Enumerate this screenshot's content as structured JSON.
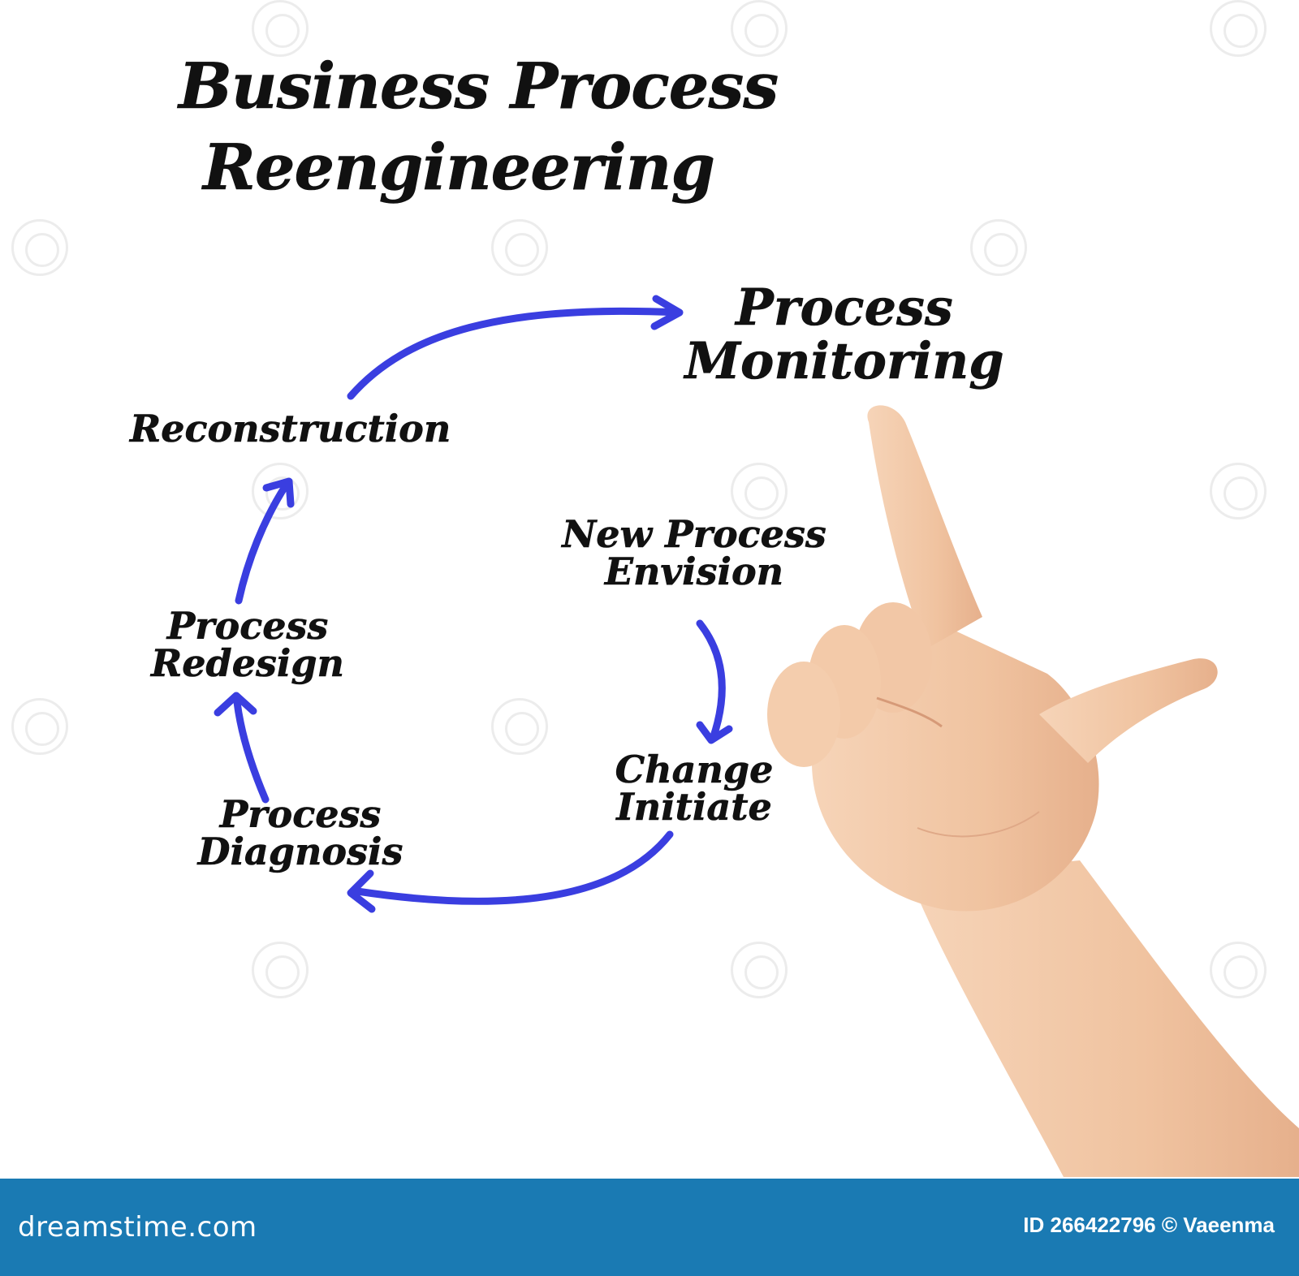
{
  "title": {
    "line1": "Business Process",
    "line2": "Reengineering"
  },
  "steps": {
    "process_monitoring": {
      "line1": "Process",
      "line2": "Monitoring"
    },
    "reconstruction": "Reconstruction",
    "new_process_envision": {
      "line1": "New Process",
      "line2": "Envision"
    },
    "process_redesign": {
      "line1": "Process",
      "line2": "Redesign"
    },
    "change_initiate": {
      "line1": "Change",
      "line2": "Initiate"
    },
    "process_diagnosis": {
      "line1": "Process",
      "line2": "Diagnosis"
    }
  },
  "colors": {
    "arrow": "#3a3ee0",
    "footer": "#1a7ab3",
    "skin": "#f2c9a8"
  },
  "footer": {
    "brand": "dreamstime.com",
    "id_text": "ID 266422796 © Vaeenma"
  }
}
